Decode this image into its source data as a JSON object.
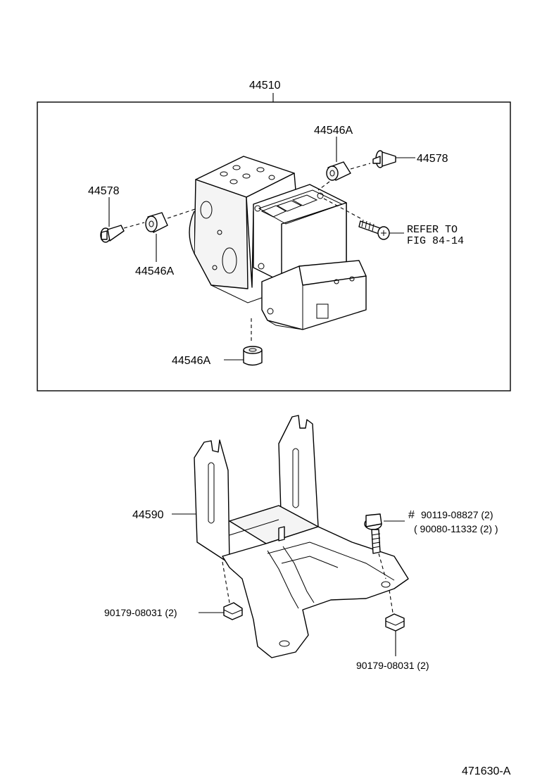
{
  "labels": {
    "assembly": "44510",
    "grommet_top": "44546A",
    "bolt_right": "44578",
    "bolt_left": "44578",
    "grommet_left": "44546A",
    "refer_line1": "REFER TO",
    "refer_line2": "FIG 84-14",
    "grommet_bottom": "44546A",
    "bracket": "44590",
    "bolt_part_marker": "#",
    "bolt_part": "90119-08827 (2)",
    "bolt_alt_part": "( 90080-11332 (2) )",
    "nut_left": "90179-08031 (2)",
    "nut_right": "90179-08031 (2)",
    "figure_id": "471630-A"
  },
  "colors": {
    "line": "#000000",
    "background": "#ffffff"
  }
}
